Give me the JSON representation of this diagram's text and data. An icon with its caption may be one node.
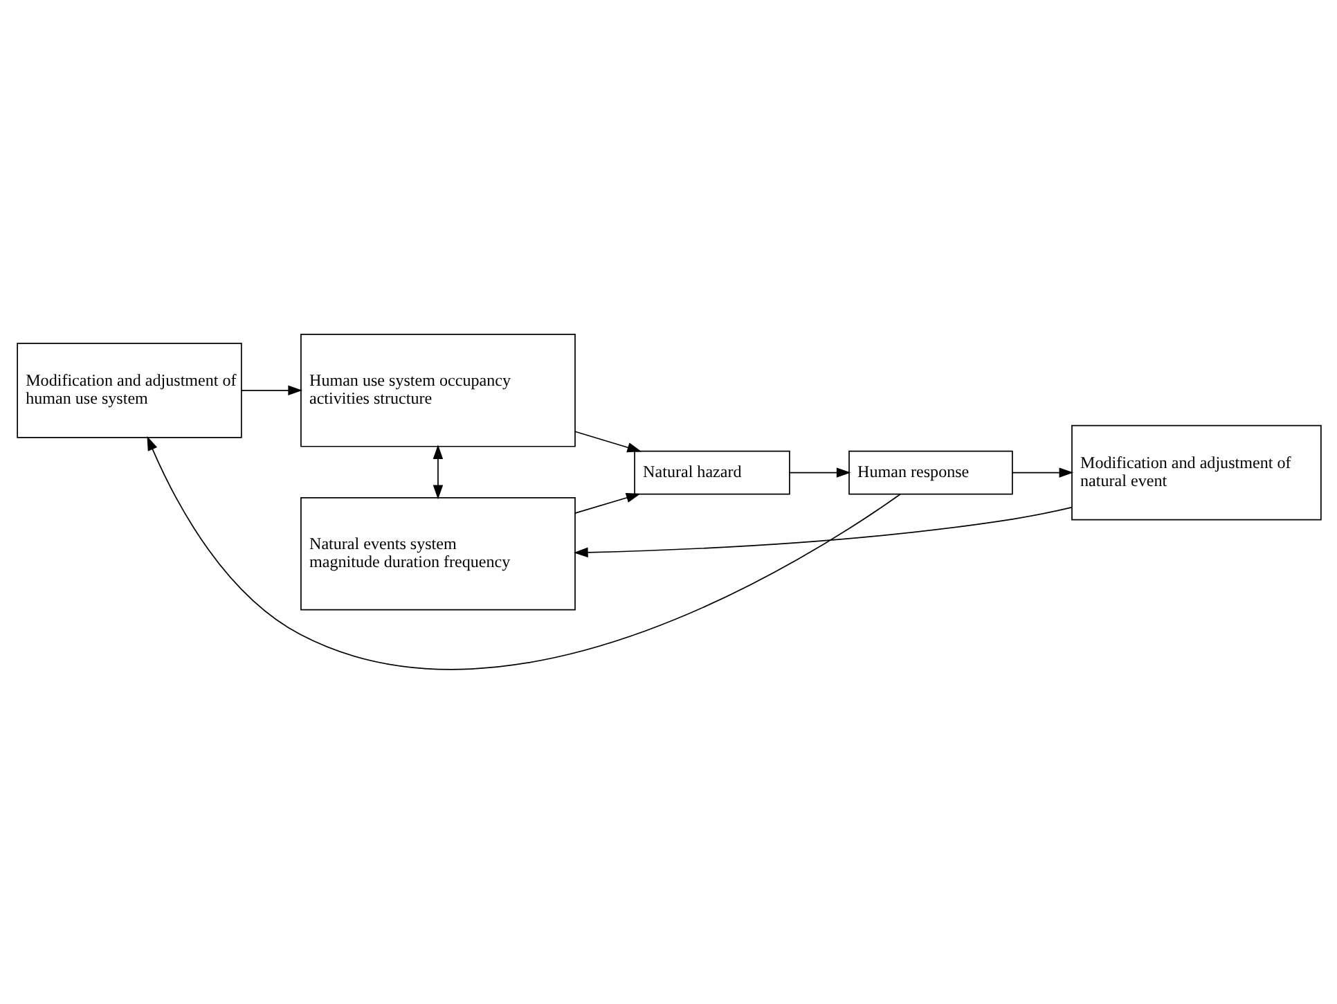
{
  "diagram": {
    "nodes": [
      {
        "text": [
          "Modification and adjustment of human use system"
        ]
      },
      {
        "text": [
          "Human use system occupancy activities structure"
        ]
      },
      {
        "text": [
          "Natural events system magnitude duration frequency"
        ]
      },
      {
        "text": [
          "Natural hazard"
        ]
      },
      {
        "text": [
          "Human response"
        ]
      },
      {
        "text": [
          "Modification and adjustment of natural event"
        ]
      }
    ],
    "edges": [
      {
        "from": 0,
        "to": 1,
        "arrow": "to"
      },
      {
        "from": 1,
        "to": 2,
        "arrow": "both"
      },
      {
        "from": 1,
        "to": 3,
        "arrow": "to"
      },
      {
        "from": 2,
        "to": 3,
        "arrow": "to"
      },
      {
        "from": 3,
        "to": 4,
        "arrow": "to"
      },
      {
        "from": 4,
        "to": 0,
        "arrow": "to"
      },
      {
        "from": 4,
        "to": 5,
        "arrow": "to"
      },
      {
        "from": 5,
        "to": 2,
        "arrow": "to"
      }
    ]
  }
}
